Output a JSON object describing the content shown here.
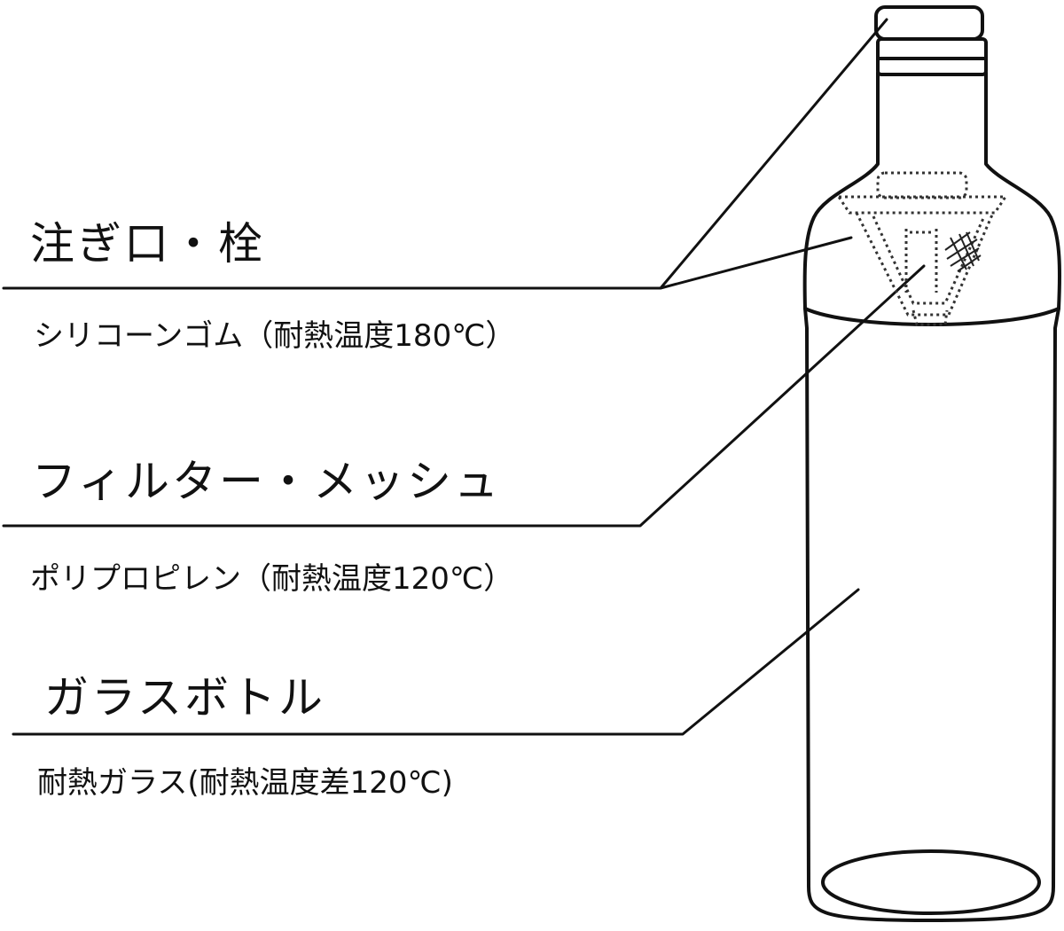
{
  "parts": [
    {
      "title": "注ぎ口・栓",
      "description": "シリコーンゴム（耐熱温度180℃）"
    },
    {
      "title": "フィルター・メッシュ",
      "description": "ポリプロピレン（耐熱温度120℃）"
    },
    {
      "title": "ガラスボトル",
      "description": "耐熱ガラス(耐熱温度差120℃)"
    }
  ]
}
